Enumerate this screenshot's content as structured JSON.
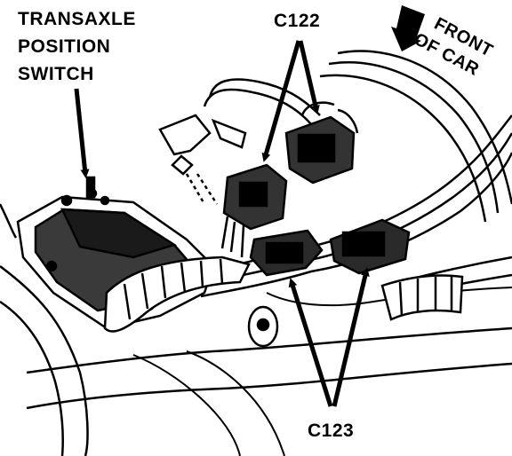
{
  "labels": {
    "switch_line1": "TRANSAXLE",
    "switch_line2": "POSITION",
    "switch_line3": "SWITCH",
    "connector_top": "C122",
    "connector_bottom": "C123",
    "front_line1": "FRONT",
    "front_line2": "OF CAR"
  },
  "colors": {
    "ink": "#000000",
    "paper": "#ffffff"
  },
  "icons": {
    "direction_arrow": "front-arrow-icon"
  }
}
